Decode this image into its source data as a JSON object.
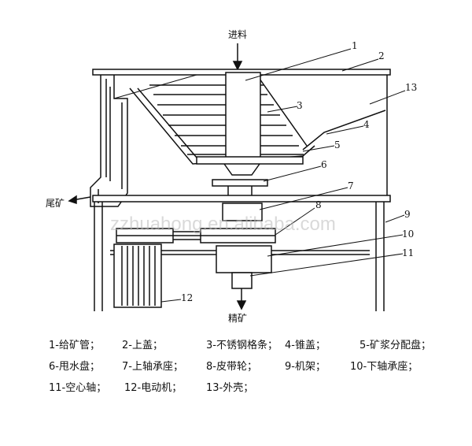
{
  "diagram": {
    "feed_label": "进料",
    "tailings_label": "尾矿",
    "concentrate_label": "精矿",
    "part_numbers": [
      "1",
      "2",
      "3",
      "4",
      "5",
      "6",
      "7",
      "8",
      "9",
      "10",
      "11",
      "12",
      "13"
    ],
    "watermark": "zzhuahong.en.alibaba.com"
  },
  "legend": {
    "rows": [
      [
        "1-给矿管；",
        "2-上盖；",
        "3-不锈钢格条；",
        "4-锥盖；",
        "5-矿浆分配盘；"
      ],
      [
        "6-甩水盘；",
        "7-上轴承座；",
        "8-皮带轮；",
        "9-机架；",
        "10-下轴承座；"
      ],
      [
        "11-空心轴；",
        "12-电动机；",
        "13-外壳；"
      ]
    ]
  }
}
